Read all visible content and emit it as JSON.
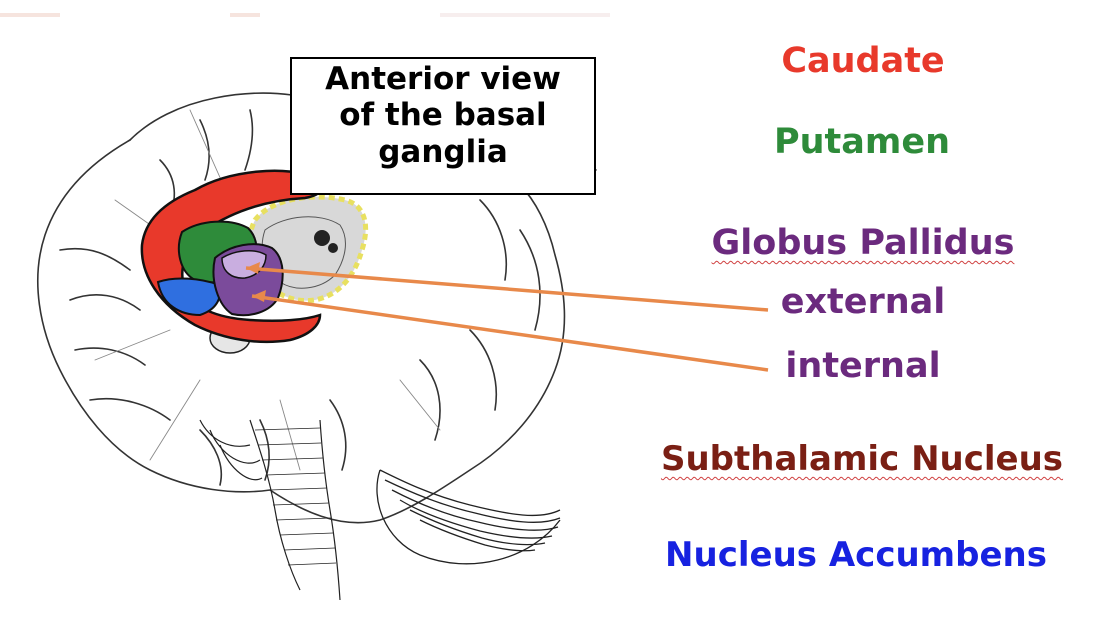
{
  "caption": {
    "text": "Anterior view of the basal ganglia"
  },
  "legend": {
    "caudate": {
      "label": "Caudate",
      "color": "#e8392b"
    },
    "putamen": {
      "label": "Putamen",
      "color": "#2e8b3a"
    },
    "globus_pallidus": {
      "label": "Globus Pallidus",
      "color": "#6b2a7e"
    },
    "external": {
      "label": "external",
      "color": "#6b2a7e"
    },
    "internal": {
      "label": "internal",
      "color": "#6b2a7e"
    },
    "subthalamic_nucleus": {
      "label": "Subthalamic Nucleus",
      "color": "#7a1f14"
    },
    "nucleus_accumbens": {
      "label": "Nucleus Accumbens",
      "color": "#1722e0"
    }
  },
  "colors": {
    "caudate_fill": "#e8392b",
    "putamen_fill": "#2e8b3a",
    "gp_external_fill": "#c9aee0",
    "gp_internal_fill": "#7b4b9b",
    "accumbens_fill": "#2f6fe0",
    "pointer_line": "#e8894a",
    "thalamus_outline": "#e8e060"
  }
}
